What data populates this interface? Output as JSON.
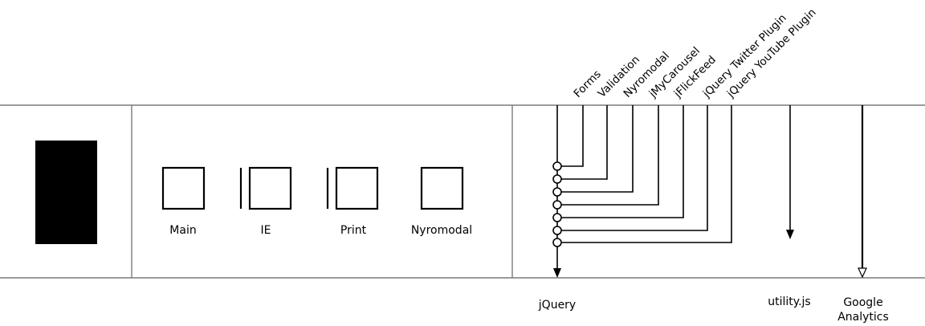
{
  "stylesheets": [
    "Main",
    "IE",
    "Print",
    "Nyromodal"
  ],
  "plugins": [
    "Forms",
    "Validation",
    "Nyromodal",
    "jMyCarousel",
    "jFlickFeed",
    "jQuery Twitter Plugin",
    "jQuery YouTube Plugin"
  ],
  "scripts": {
    "jquery": "jQuery",
    "utility": "utility.js",
    "analytics_line1": "Google",
    "analytics_line2": "Analytics"
  }
}
